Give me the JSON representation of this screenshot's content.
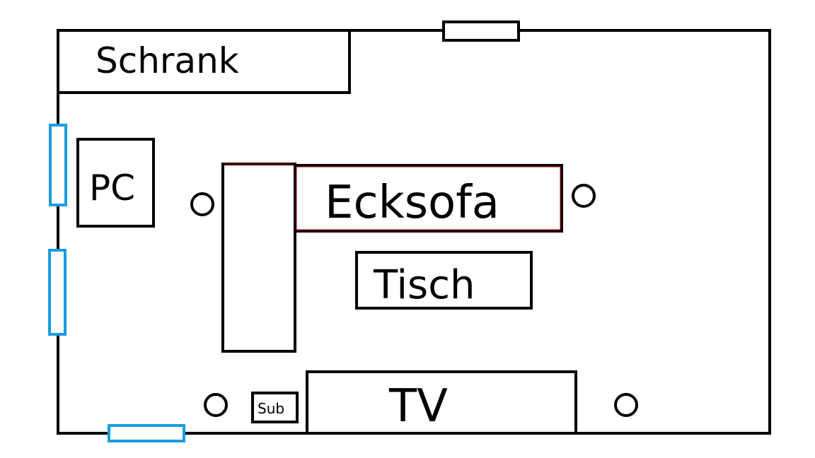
{
  "labels": {
    "schrank": "Schrank",
    "pc": "PC",
    "ecksofa": "Ecksofa",
    "tisch": "Tisch",
    "tv": "TV",
    "sub": "Sub"
  },
  "colors": {
    "outline": "#000000",
    "sofa_accent": "#cc0000",
    "window": "#1a9be0"
  }
}
